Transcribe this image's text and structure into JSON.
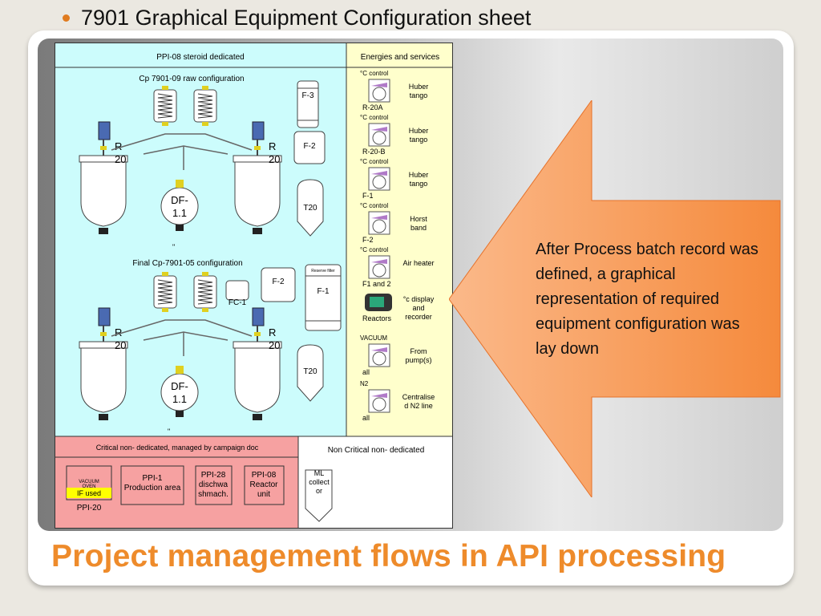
{
  "slide": {
    "bullet": "7901 Graphical Equipment Configuration sheet",
    "title": "Project management flows in API processing",
    "callout": "After Process batch record was defined, a graphical representation of required equipment configuration was lay down"
  },
  "diagram": {
    "header_left": "PPI-08 steroid dedicated",
    "header_right": "Energies and services",
    "raw_config_label": "Cp 7901-09 raw configuration",
    "final_config_label": "Final Cp-7901-05  configuration",
    "reactor_label": "R\n20",
    "df_label": "DF-\n1.1",
    "f3": "F-3",
    "f2": "F-2",
    "f1": "F-1",
    "t20": "T20",
    "fc1": "FC-1",
    "reserve_filter": "Reserve filter",
    "tick": "\"",
    "services": [
      {
        "top": "°C control",
        "name": "Huber\ntango",
        "tag": "R-20A"
      },
      {
        "top": "°C control",
        "name": "Huber\ntango",
        "tag": "R-20-B"
      },
      {
        "top": "°C control",
        "name": "Huber\ntango",
        "tag": "F-1"
      },
      {
        "top": "°C control",
        "name": "Horst\nband",
        "tag": "F-2"
      },
      {
        "top": "°C control",
        "name": "Air heater",
        "tag": "F1 and 2"
      },
      {
        "top": "",
        "name": "°c display\nand\nrecorder",
        "tag": "Reactors"
      },
      {
        "top": "VACUUM",
        "name": "From\npump(s)",
        "tag": "all"
      },
      {
        "top": "N2",
        "name": "Centralise\nd N2 line",
        "tag": "all"
      }
    ],
    "critical_header": "Critical non- dedicated, managed by campaign doc",
    "noncritical_header": "Non Critical non- dedicated",
    "vacuum_oven": "VACUUM\nOVEN",
    "if_used": "IF used",
    "ppi20": "PPI-20",
    "ppi1": "PPI-1\nProduction area",
    "ppi28": "PPI-28\ndischwa\nshmach.",
    "ppi08": "PPI-08\nReactor\nunit",
    "ml_collector": "ML\ncollect\nor"
  },
  "colors": {
    "cyan": "#ccfcfc",
    "yellow": "#ffffcc",
    "pink": "#f6a1a1",
    "orange_arrow": "#f99c5a",
    "title": "#ee8b2b",
    "bullet": "#e07b1f"
  }
}
